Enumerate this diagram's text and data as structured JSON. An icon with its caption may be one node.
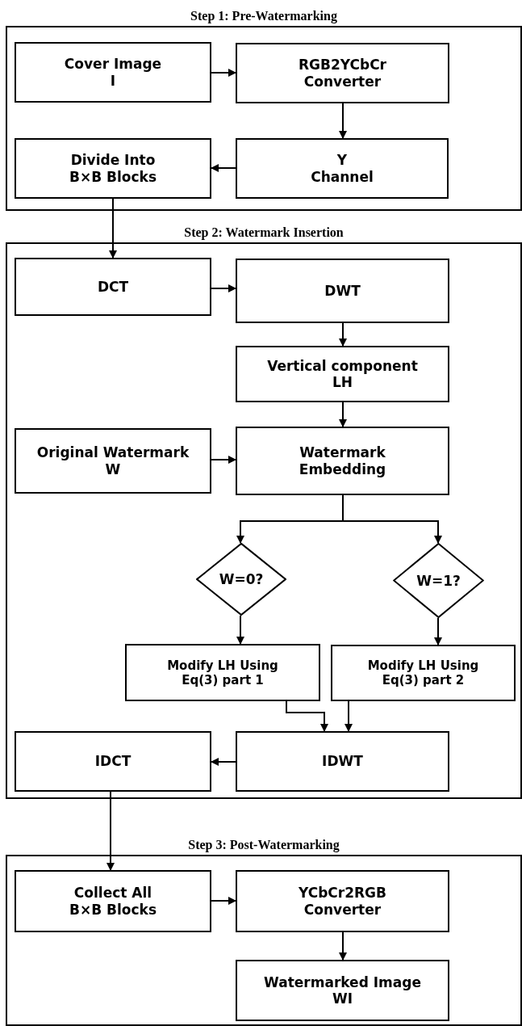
{
  "diagram": {
    "nodes": [
      {
        "text": [
          "Step 1: Pre-Watermarking"
        ]
      },
      {
        "text": [
          "Cover Image I"
        ],
        "in": 0
      },
      {
        "text": [
          "RGB2YCbCr Converter"
        ],
        "in": 0
      },
      {
        "text": [
          "Divide Into B×B Blocks"
        ],
        "in": 0
      },
      {
        "text": [
          "Y Channel"
        ],
        "in": 0
      },
      {
        "text": [
          "Step 2: Watermark Insertion"
        ]
      },
      {
        "text": [
          "DCT"
        ],
        "in": 5
      },
      {
        "text": [
          "DWT"
        ],
        "in": 5
      },
      {
        "text": [
          "Vertical component LH"
        ],
        "in": 5
      },
      {
        "text": [
          "Original Watermark W"
        ],
        "in": 5
      },
      {
        "text": [
          "Watermark Embedding"
        ],
        "in": 5
      },
      {
        "text": [
          "W=0?"
        ],
        "in": 5
      },
      {
        "text": [
          "W=1?"
        ],
        "in": 5
      },
      {
        "text": [
          "Modify LH Using Eq(3) part 1"
        ],
        "in": 5
      },
      {
        "text": [
          "Modify LH Using Eq(3) part 2"
        ],
        "in": 5
      },
      {
        "text": [
          "IDCT"
        ],
        "in": 5
      },
      {
        "text": [
          "IDWT"
        ],
        "in": 5
      },
      {
        "text": [
          "Step 3: Post-Watermarking"
        ]
      },
      {
        "text": [
          "Collect All B×B Blocks"
        ],
        "in": 17
      },
      {
        "text": [
          "YCbCr2RGB Converter"
        ],
        "in": 17
      },
      {
        "text": [
          "Watermarked Image WI"
        ],
        "in": 17
      }
    ],
    "edges": [
      {
        "from": 1,
        "to": 2,
        "arrow": "to"
      },
      {
        "from": 2,
        "to": 4,
        "arrow": "to"
      },
      {
        "from": 4,
        "to": 3,
        "arrow": "to"
      },
      {
        "from": 3,
        "to": 6,
        "arrow": "to"
      },
      {
        "from": 6,
        "to": 7,
        "arrow": "to"
      },
      {
        "from": 7,
        "to": 8,
        "arrow": "to"
      },
      {
        "from": 8,
        "to": 10,
        "arrow": "to"
      },
      {
        "from": 9,
        "to": 10,
        "arrow": "to"
      },
      {
        "from": 10,
        "to": 11,
        "arrow": "to"
      },
      {
        "from": 10,
        "to": 12,
        "arrow": "to"
      },
      {
        "from": 11,
        "to": 13,
        "arrow": "to"
      },
      {
        "from": 12,
        "to": 14,
        "arrow": "to"
      },
      {
        "from": 13,
        "to": 16,
        "arrow": "to"
      },
      {
        "from": 14,
        "to": 16,
        "arrow": "to"
      },
      {
        "from": 16,
        "to": 15,
        "arrow": "to"
      },
      {
        "from": 15,
        "to": 18,
        "arrow": "to"
      },
      {
        "from": 18,
        "to": 19,
        "arrow": "to"
      },
      {
        "from": 19,
        "to": 20,
        "arrow": "to"
      }
    ]
  }
}
